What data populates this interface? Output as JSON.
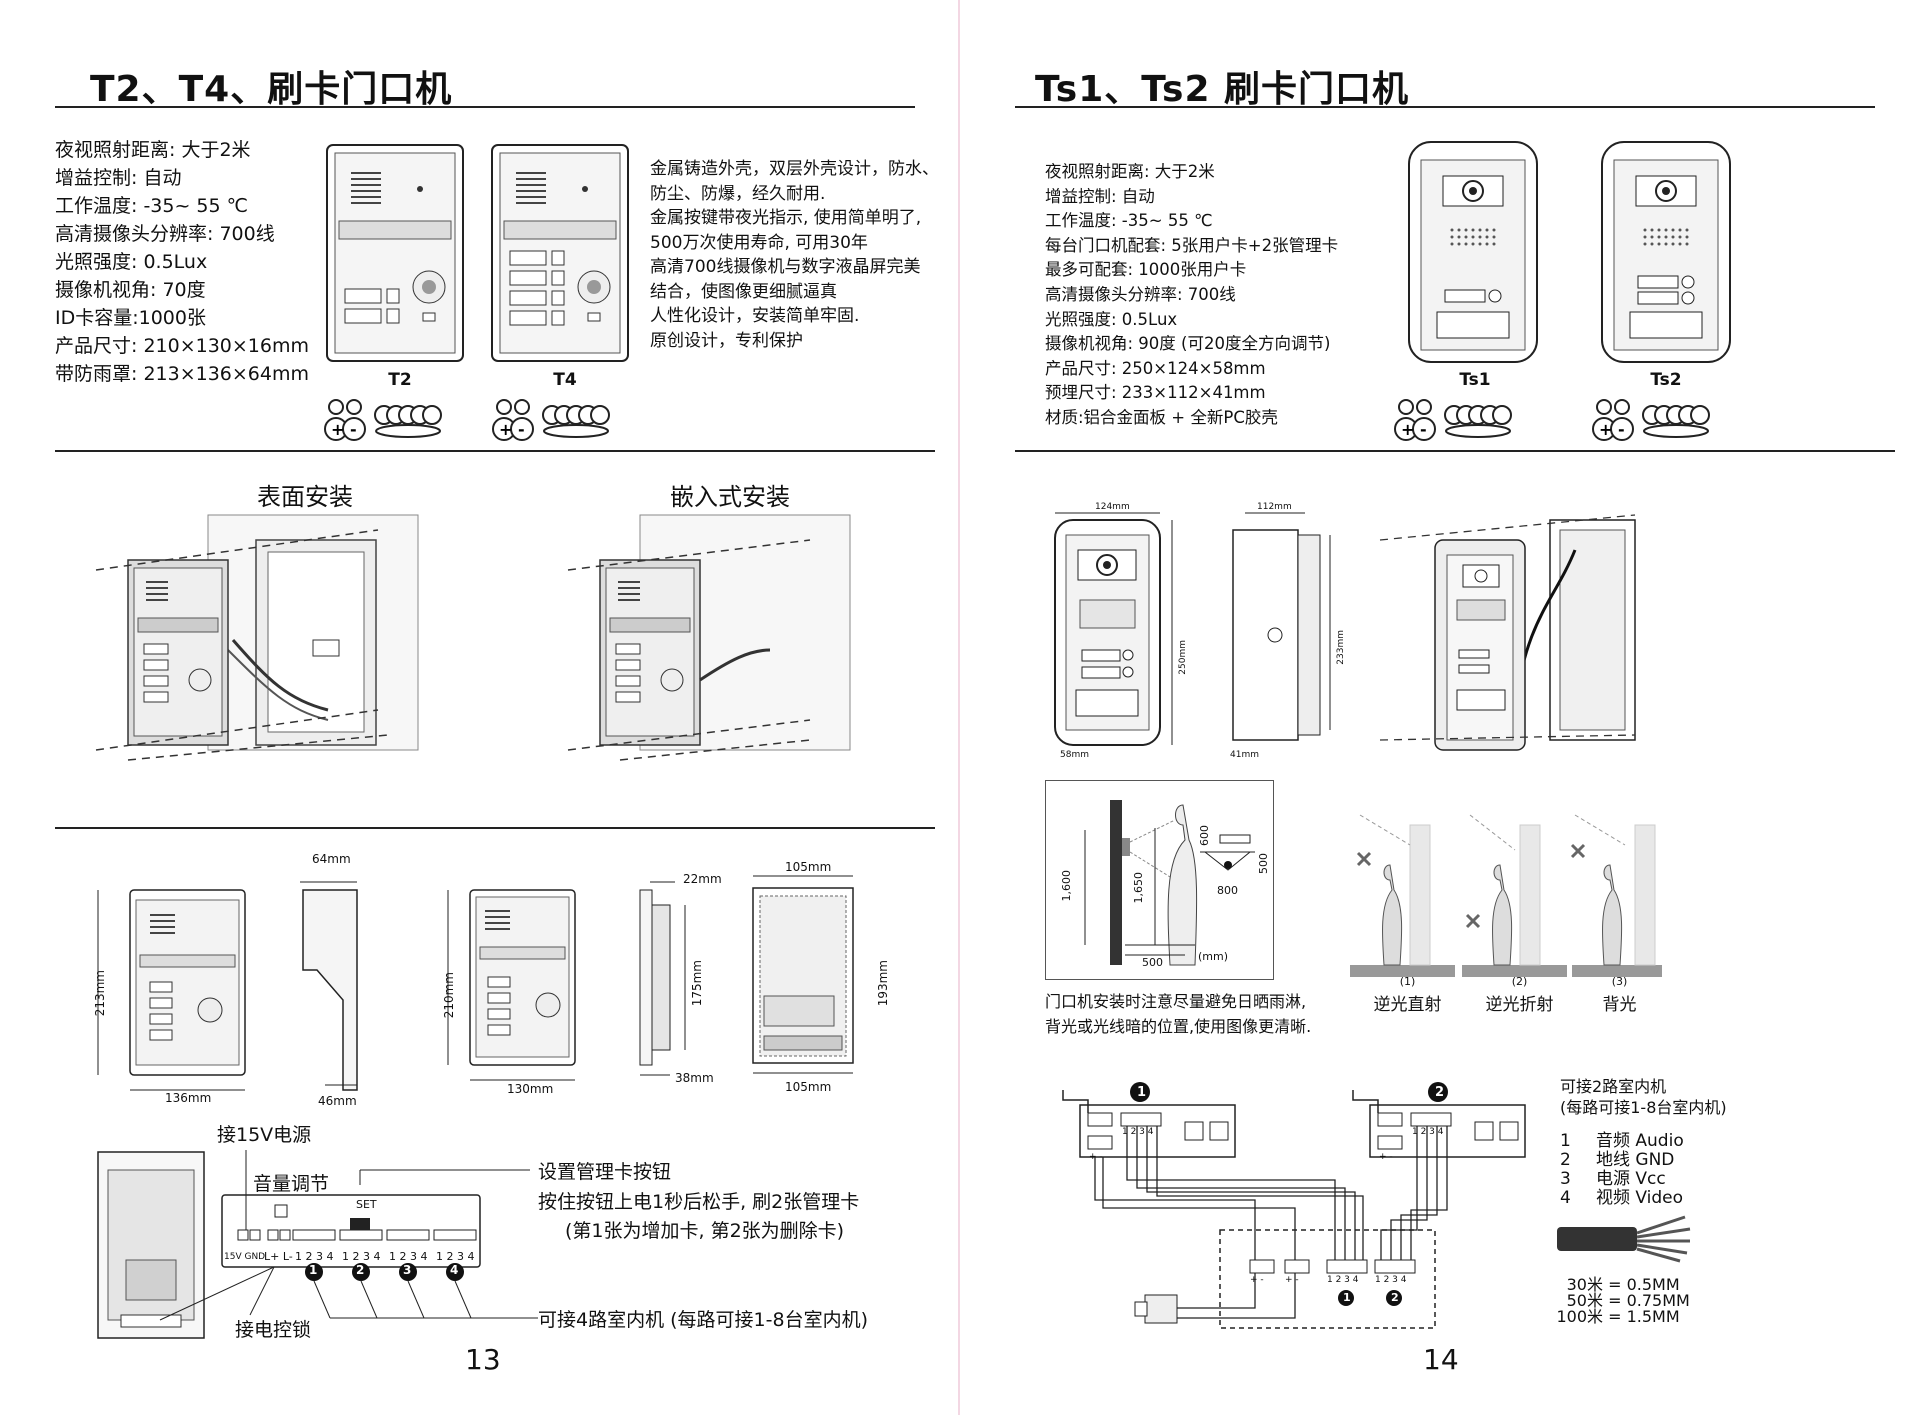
{
  "left_page": {
    "title": "T2、T4、刷卡门口机",
    "specs": [
      "夜视照射距离: 大于2米",
      "增益控制: 自动",
      "工作温度: -35~ 55 ℃",
      "高清摄像头分辨率: 700线",
      "光照强度: 0.5Lux",
      "摄像机视角: 70度",
      "ID卡容量:1000张",
      "产品尺寸: 210×130×16mm",
      "带防雨罩: 213×136×64mm"
    ],
    "models": [
      "T2",
      "T4"
    ],
    "features": [
      "金属铸造外壳，双层外壳设计，防水、",
      "防尘、防爆，经久耐用.",
      " 金属按键带夜光指示, 使用简单明了,",
      "500万次使用寿命, 可用30年",
      "高清700线摄像机与数字液晶屏完美",
      "结合，使图像更细腻逼真",
      "人性化设计，安装简单牢固.",
      "原创设计，专利保护"
    ],
    "install_surface": "表面安装",
    "install_embedded": "嵌入式安装",
    "dims": {
      "h213": "213mm",
      "w136": "136mm",
      "d64": "64mm",
      "d46": "46mm",
      "h210": "210mm",
      "w130": "130mm",
      "d22": "22mm",
      "h175": "175mm",
      "d38": "38mm",
      "w105_top": "105mm",
      "h193": "193mm",
      "w105_bottom": "105mm"
    },
    "wiring": {
      "power": "接15V电源",
      "volume": "音量调节",
      "set_label": "设置管理卡按钮",
      "set_line1": "按住按钮上电1秒后松手, 刷2张管理卡",
      "set_line2": "(第1张为增加卡, 第2张为删除卡)",
      "lock": "接电控锁",
      "indoor": "可接4路室内机 (每路可接1-8台室内机)",
      "set_text": "SET",
      "term_power": "15V GND",
      "term_lock": "L+ L-",
      "term_pins": "1 2 3 4",
      "circles": [
        "1",
        "2",
        "3",
        "4"
      ]
    },
    "page_number": "13"
  },
  "right_page": {
    "title": "Ts1、Ts2 刷卡门口机",
    "specs": [
      "夜视照射距离: 大于2米",
      "增益控制: 自动",
      "工作温度: -35~ 55 ℃",
      "每台门口机配套: 5张用户卡+2张管理卡",
      "最多可配套: 1000张用户卡",
      "高清摄像头分辨率: 700线",
      "光照强度: 0.5Lux",
      "摄像机视角: 90度 (可20度全方向调节)",
      "产品尺寸: 250×124×58mm",
      "预埋尺寸: 233×112×41mm",
      "材质:铝合金面板 + 全新PC胶壳"
    ],
    "models": [
      "Ts1",
      "Ts2"
    ],
    "dims": {
      "w124": "124mm",
      "h250": "250mm",
      "d58": "58mm",
      "w112": "112mm",
      "h233": "233mm",
      "d41": "41mm"
    },
    "height_diagram": {
      "h1600": "1,600",
      "h1650": "1,650",
      "v600": "600",
      "w500": "500",
      "unit": "(mm)",
      "v500": "500",
      "w800": "800"
    },
    "install_note": [
      "门口机安装时注意尽量避免日晒雨淋,",
      "背光或光线暗的位置,使用图像更清晰."
    ],
    "lighting": [
      {
        "num": "(1)",
        "label": "逆光直射"
      },
      {
        "num": "(2)",
        "label": "逆光折射"
      },
      {
        "num": "(3)",
        "label": "背光"
      }
    ],
    "wiring": {
      "units": [
        "1",
        "2"
      ],
      "connect_title": "可接2路室内机",
      "connect_sub": "(每路可接1-8台室内机)",
      "pins": [
        {
          "n": "1",
          "cn": "音频",
          "en": "Audio"
        },
        {
          "n": "2",
          "cn": "地线",
          "en": "GND"
        },
        {
          "n": "3",
          "cn": "电源",
          "en": "Vcc"
        },
        {
          "n": "4",
          "cn": "视频",
          "en": "Video"
        }
      ],
      "cable": [
        {
          "len": "30米",
          "eq": "=",
          "size": "0.5MM"
        },
        {
          "len": "50米",
          "eq": "=",
          "size": "0.75MM"
        },
        {
          "len": "100米",
          "eq": "=",
          "size": "1.5MM"
        }
      ],
      "term_pins": "1 2 3 4",
      "term_pm": "+ -",
      "term_pm2": "+ -"
    },
    "page_number": "14"
  }
}
